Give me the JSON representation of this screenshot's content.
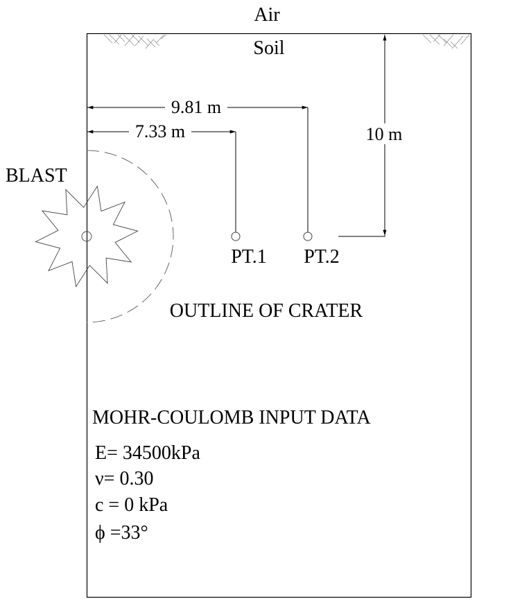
{
  "labels": {
    "air": "Air",
    "soil": "Soil",
    "blast": "BLAST",
    "pt1": "PT.1",
    "pt2": "PT.2",
    "crater": "OUTLINE OF CRATER",
    "dim_pt2": "9.81 m",
    "dim_pt1": "7.33 m",
    "dim_depth": "10 m"
  },
  "input_data": {
    "title": "MOHR-COULOMB INPUT DATA",
    "E": "E= 34500kPa",
    "nu": "ν= 0.30",
    "c": "c = 0 kPa",
    "phi": "ϕ =33°"
  }
}
